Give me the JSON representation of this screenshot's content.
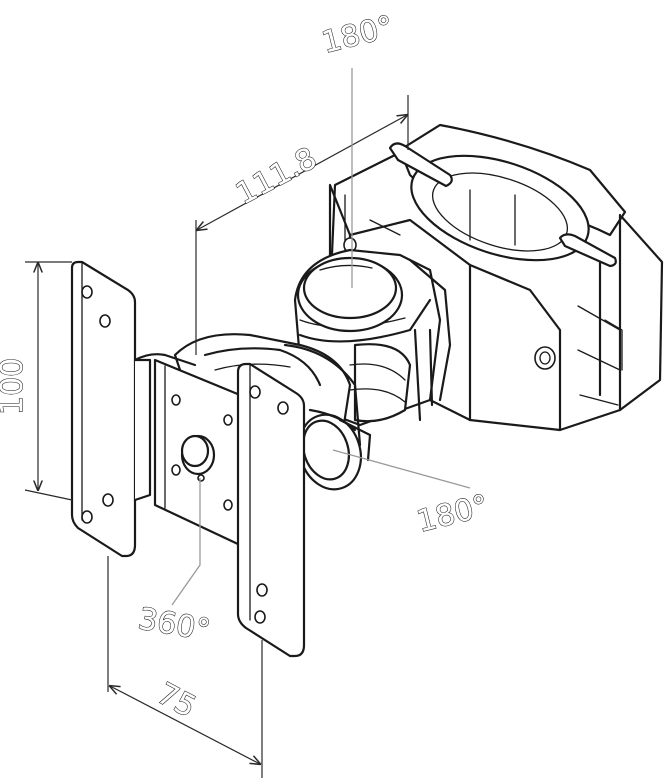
{
  "dimensions": {
    "height_label": "100",
    "width_label": "75",
    "depth_label": "111.8"
  },
  "rotations": {
    "top_label": "180°",
    "side_label": "180°",
    "plate_label": "360°"
  }
}
